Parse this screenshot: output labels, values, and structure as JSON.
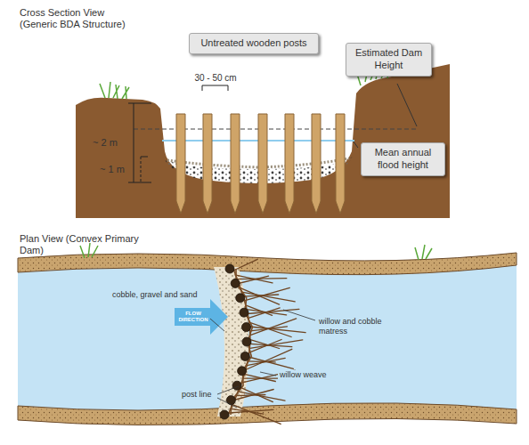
{
  "diagram": {
    "nodes": [
      {
        "text": [
          "Untreated wooden posts"
        ]
      },
      {
        "text": [
          "Estimated Dam Height"
        ]
      },
      {
        "text": [
          "Mean annual flood height"
        ]
      }
    ],
    "labels": [
      "Cross Section View (Generic BDA Structure)",
      "30 - 50 cm",
      "~ 2 m",
      "~ 1 m",
      "Plan View (Convex Primary Dam)",
      "cobble, gravel and sand",
      "FLOW DIRECTION",
      "willow and cobble matress",
      "willow weave",
      "post line"
    ]
  }
}
